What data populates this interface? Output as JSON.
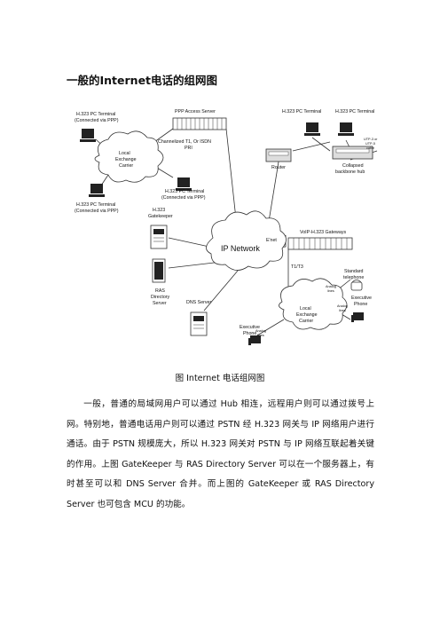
{
  "title": "一般的Internet电话的组网图",
  "diagram": {
    "h323_terminal_ppp": "H.323 PC Terminal",
    "connected_via_ppp": "(Connected via PPP)",
    "h323_pc_terminal": "H.323 PC Terminal",
    "ppp_access_server": "PPP Access Server",
    "local_exchange_carrier": [
      "Local",
      "Exchange",
      "Carrier"
    ],
    "channelized": [
      "Channelized T1, Or ISDN",
      "PRI"
    ],
    "router": "Router",
    "utp": [
      "UTP-3 or",
      "UTP-5",
      "cable"
    ],
    "collapsed_hub": [
      "Collapsed",
      "backbone hub"
    ],
    "gatekeeper": [
      "H.323",
      "Gatekeeper"
    ],
    "ip_network": "IP Network",
    "enet": "E'net",
    "voip_gateways": "VoIP-H.323 Gateways",
    "t1t3": "T1/T3",
    "standard_telephone": [
      "Standard",
      "telephone"
    ],
    "analog_lines": [
      "Analog",
      "lines"
    ],
    "executive_phone": [
      "Executive",
      "Phone"
    ],
    "ras_server": [
      "RAS",
      "Directory",
      "Server"
    ],
    "dns_server": "DNS Server"
  },
  "caption": "图 Internet 电话组网图",
  "paragraph": "一般，普通的局域网用户可以通过 Hub 相连，远程用户则可以通过拨号上网。特别地，普通电话用户则可以通过 PSTN 经 H.323 网关与 IP 网络用户进行通话。由于 PSTN 规模庞大，所以 H.323 网关对 PSTN 与 IP 网络互联起着关键的作用。上图 GateKeeper 与 RAS Directory Server 可以在一个服务器上，有时甚至可以和 DNS Server 合并。而上图的 GateKeeper 或 RAS Directory Server 也可包含 MCU 的功能。"
}
